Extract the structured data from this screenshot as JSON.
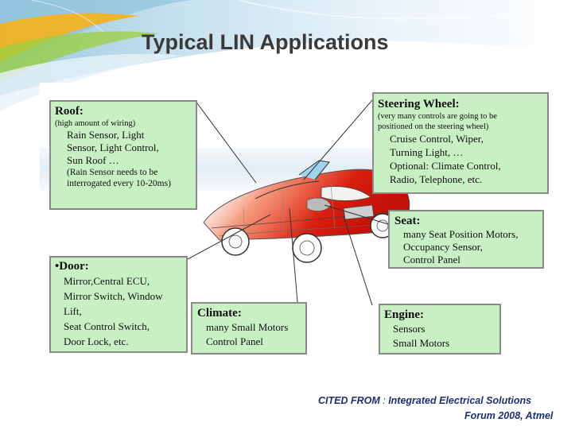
{
  "slide_title": "Typical LIN Applications",
  "roof": {
    "heading": "Roof:",
    "note": "(high amount of wiring)",
    "items": [
      "Rain Sensor, Light",
      "Sensor, Light Control,",
      "Sun Roof …"
    ],
    "extra": [
      "(Rain Sensor needs to be",
      "interrogated every 10-20ms)"
    ]
  },
  "steering_wheel": {
    "heading": "Steering Wheel:",
    "note": [
      "(very many controls are going to be",
      "positioned on the steering wheel)"
    ],
    "items": [
      "Cruise Control, Wiper,",
      "Turning Light, …",
      "Optional: Climate Control,",
      "Radio, Telephone, etc."
    ]
  },
  "seat": {
    "heading": "Seat:",
    "items": [
      "many Seat Position Motors,",
      "Occupancy Sensor,",
      "Control Panel"
    ]
  },
  "door": {
    "heading": "•Door:",
    "items": [
      "Mirror,Central ECU,",
      "Mirror Switch, Window",
      "Lift,",
      "Seat Control Switch,",
      "Door Lock, etc."
    ]
  },
  "climate": {
    "heading": "Climate:",
    "items": [
      "many Small Motors",
      "Control Panel"
    ]
  },
  "engine": {
    "heading": "Engine:",
    "items": [
      "Sensors",
      "Small Motors"
    ]
  },
  "citation": {
    "label": "CITED FROM",
    "sep": " : ",
    "line1": "Integrated Electrical Solutions",
    "line2": "Forum 2008, Atmel"
  },
  "colors": {
    "box_fill": "#c9efc4",
    "box_border": "#8a8a8a",
    "title_text": "#3a3a3a",
    "citation_text": "#1c2f78",
    "car_accent": "#d91e0e"
  },
  "icons": [
    "convertible-car-illustration"
  ]
}
